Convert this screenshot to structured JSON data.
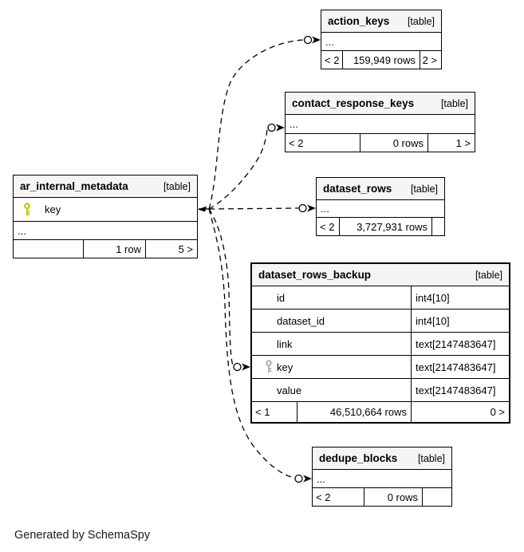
{
  "diagram": {
    "generator_note": "Generated by SchemaSpy",
    "colors": {
      "header_bg": "#f5f5f5",
      "border": "#000000",
      "primary_key_icon": "#c8c800",
      "foreign_key_icon": "#b4b4b4",
      "background": "#ffffff"
    }
  },
  "tables": [
    {
      "name": "ar_internal_metadata",
      "tag": "[table]",
      "ellipsis": "...",
      "columns": [
        {
          "name": "key",
          "type": "",
          "icon": "primary-key"
        }
      ],
      "footer": {
        "left": "",
        "center": "1 row",
        "right": "5 >"
      }
    },
    {
      "name": "action_keys",
      "tag": "[table]",
      "ellipsis": "...",
      "columns": [],
      "footer": {
        "left": "< 2",
        "center": "159,949 rows",
        "right": "2 >"
      }
    },
    {
      "name": "contact_response_keys",
      "tag": "[table]",
      "ellipsis": "...",
      "columns": [],
      "footer": {
        "left": "< 2",
        "center": "0 rows",
        "right": "1 >"
      }
    },
    {
      "name": "dataset_rows",
      "tag": "[table]",
      "ellipsis": "...",
      "columns": [],
      "footer": {
        "left": "< 2",
        "center": "3,727,931 rows",
        "right": ""
      }
    },
    {
      "name": "dataset_rows_backup",
      "tag": "[table]",
      "ellipsis": "",
      "columns": [
        {
          "name": "id",
          "type": "int4[10]",
          "icon": ""
        },
        {
          "name": "dataset_id",
          "type": "int4[10]",
          "icon": ""
        },
        {
          "name": "link",
          "type": "text[2147483647]",
          "icon": ""
        },
        {
          "name": "key",
          "type": "text[2147483647]",
          "icon": "foreign-key"
        },
        {
          "name": "value",
          "type": "text[2147483647]",
          "icon": ""
        }
      ],
      "footer": {
        "left": "< 1",
        "center": "46,510,664 rows",
        "right": "0 >"
      }
    },
    {
      "name": "dedupe_blocks",
      "tag": "[table]",
      "ellipsis": "...",
      "columns": [],
      "footer": {
        "left": "< 2",
        "center": "0 rows",
        "right": ""
      }
    }
  ],
  "relationships": [
    {
      "from": "ar_internal_metadata.key",
      "to": "action_keys"
    },
    {
      "from": "ar_internal_metadata.key",
      "to": "contact_response_keys"
    },
    {
      "from": "ar_internal_metadata.key",
      "to": "dataset_rows"
    },
    {
      "from": "ar_internal_metadata.key",
      "to": "dataset_rows_backup.key"
    },
    {
      "from": "ar_internal_metadata.key",
      "to": "dedupe_blocks"
    }
  ]
}
